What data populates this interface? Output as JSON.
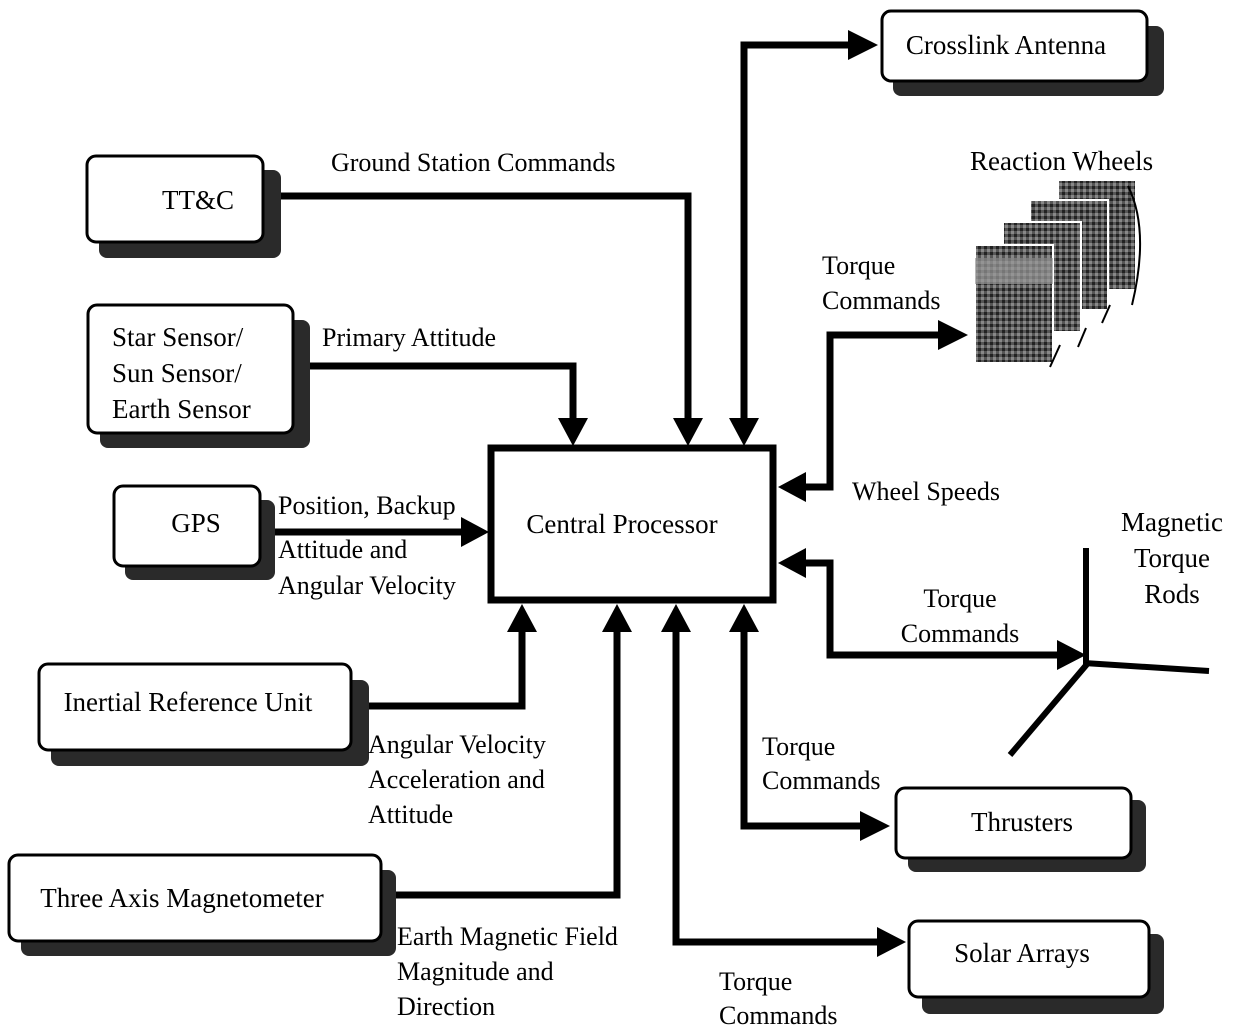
{
  "boxes": {
    "ttc": "TT&C",
    "star_sensor": [
      "Star Sensor/",
      "Sun Sensor/",
      "Earth Sensor"
    ],
    "gps": "GPS",
    "iru": "Inertial Reference Unit",
    "magnetometer": "Three Axis Magnetometer",
    "central_processor": "Central Processor",
    "crosslink_antenna": "Crosslink Antenna",
    "thrusters": "Thrusters",
    "solar_arrays": "Solar Arrays"
  },
  "components": {
    "reaction_wheels": "Reaction Wheels",
    "magnetic_torque_rods": [
      "Magnetic",
      "Torque",
      "Rods"
    ]
  },
  "edges": {
    "ground_station_commands": "Ground Station Commands",
    "primary_attitude": "Primary Attitude",
    "gps_data": [
      "Position, Backup",
      "Attitude and",
      "Angular Velocity"
    ],
    "iru_data": [
      "Angular Velocity",
      "Acceleration and",
      "Attitude"
    ],
    "magnetometer_data": [
      "Earth Magnetic Field",
      "Magnitude and",
      "Direction"
    ],
    "rw_torque_commands": [
      "Torque",
      "Commands"
    ],
    "wheel_speeds": "Wheel Speeds",
    "rods_torque_commands": [
      "Torque",
      "Commands"
    ],
    "thruster_torque_commands": [
      "Torque",
      "Commands"
    ],
    "solar_torque_commands": [
      "Torque",
      "Commands"
    ]
  }
}
